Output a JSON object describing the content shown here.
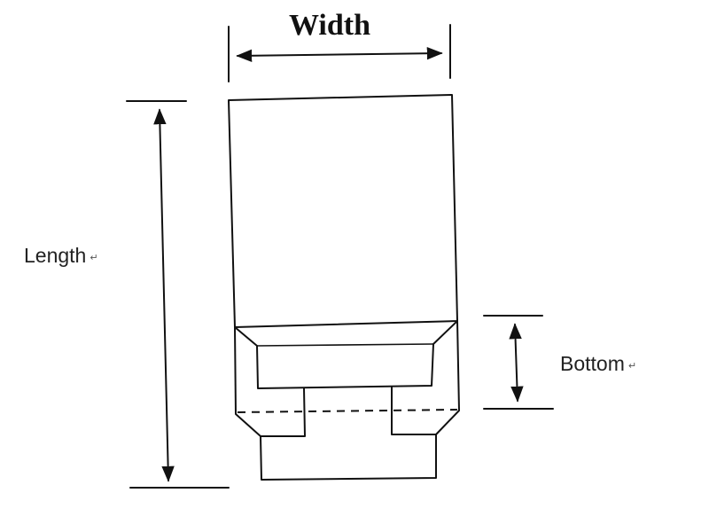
{
  "labels": {
    "width": "Width",
    "length": "Length",
    "bottom": "Bottom",
    "return_mark": "↵"
  },
  "colors": {
    "stroke": "#111111",
    "text": "#222222",
    "background": "#ffffff"
  }
}
